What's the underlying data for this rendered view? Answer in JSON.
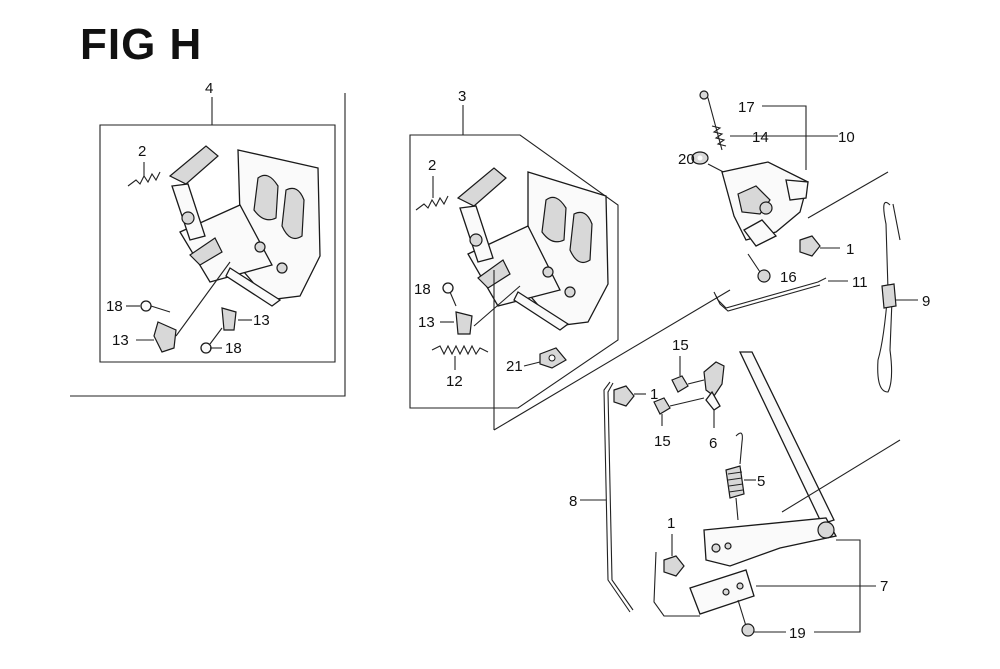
{
  "figure": {
    "title": "FIG H"
  },
  "callouts": {
    "c1a": "1",
    "c1b": "1",
    "c1c": "1",
    "c2a": "2",
    "c2b": "2",
    "c3": "3",
    "c4": "4",
    "c5": "5",
    "c6": "6",
    "c7": "7",
    "c8": "8",
    "c9": "9",
    "c10": "10",
    "c11": "11",
    "c12": "12",
    "c13a": "13",
    "c13b": "13",
    "c13c": "13",
    "c14": "14",
    "c15a": "15",
    "c15b": "15",
    "c16": "16",
    "c17": "17",
    "c18a": "18",
    "c18b": "18",
    "c18c": "18",
    "c19": "19",
    "c20": "20",
    "c21": "21"
  }
}
